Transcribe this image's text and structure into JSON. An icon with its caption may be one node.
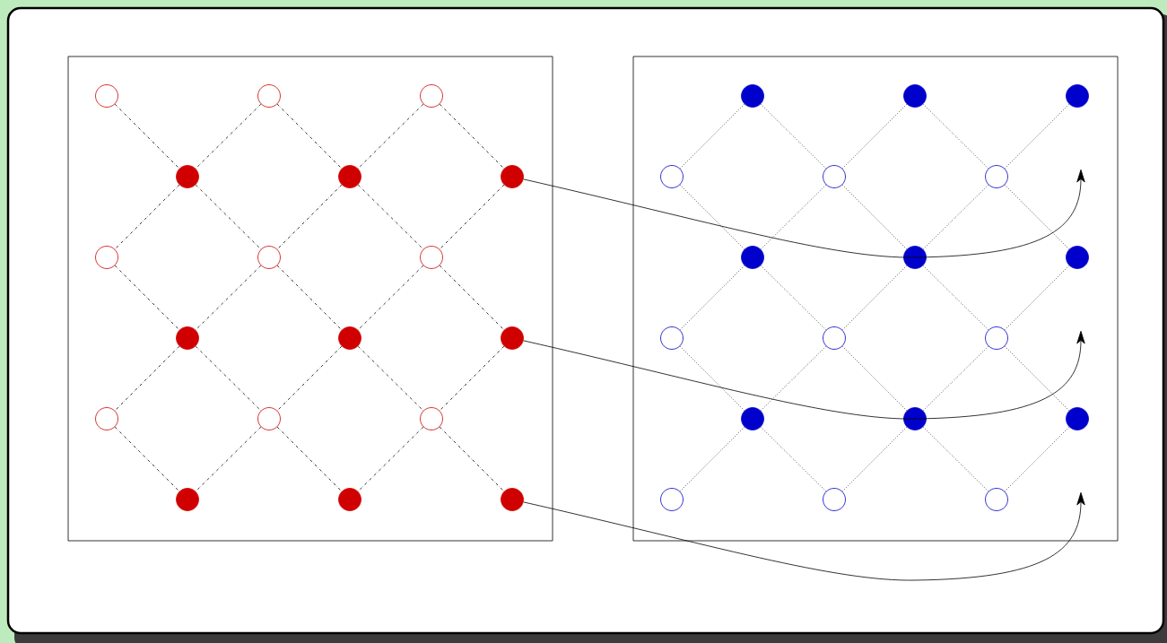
{
  "diagram": {
    "nodes": [
      {
        "text": [],
        "shape": "box"
      },
      {
        "text": [],
        "shape": "circle",
        "in": 0
      },
      {
        "text": [],
        "shape": "circle",
        "in": 0
      },
      {
        "text": [],
        "shape": "circle",
        "in": 0
      },
      {
        "text": [],
        "shape": "dot",
        "in": 0
      },
      {
        "text": [],
        "shape": "dot",
        "in": 0
      },
      {
        "text": [],
        "shape": "dot",
        "in": 0
      },
      {
        "text": [],
        "shape": "circle",
        "in": 0
      },
      {
        "text": [],
        "shape": "circle",
        "in": 0
      },
      {
        "text": [],
        "shape": "circle",
        "in": 0
      },
      {
        "text": [],
        "shape": "dot",
        "in": 0
      },
      {
        "text": [],
        "shape": "dot",
        "in": 0
      },
      {
        "text": [],
        "shape": "dot",
        "in": 0
      },
      {
        "text": [],
        "shape": "circle",
        "in": 0
      },
      {
        "text": [],
        "shape": "circle",
        "in": 0
      },
      {
        "text": [],
        "shape": "circle",
        "in": 0
      },
      {
        "text": [],
        "shape": "dot",
        "in": 0
      },
      {
        "text": [],
        "shape": "dot",
        "in": 0
      },
      {
        "text": [],
        "shape": "dot",
        "in": 0
      },
      {
        "text": [],
        "shape": "box"
      },
      {
        "text": [],
        "shape": "dot",
        "in": 19
      },
      {
        "text": [],
        "shape": "dot",
        "in": 19
      },
      {
        "text": [],
        "shape": "dot",
        "in": 19
      },
      {
        "text": [],
        "shape": "circle",
        "in": 19
      },
      {
        "text": [],
        "shape": "circle",
        "in": 19
      },
      {
        "text": [],
        "shape": "circle",
        "in": 19
      },
      {
        "text": [],
        "shape": "dot",
        "in": 19
      },
      {
        "text": [],
        "shape": "dot",
        "in": 19
      },
      {
        "text": [],
        "shape": "dot",
        "in": 19
      },
      {
        "text": [],
        "shape": "circle",
        "in": 19
      },
      {
        "text": [],
        "shape": "circle",
        "in": 19
      },
      {
        "text": [],
        "shape": "circle",
        "in": 19
      },
      {
        "text": [],
        "shape": "dot",
        "in": 19
      },
      {
        "text": [],
        "shape": "dot",
        "in": 19
      },
      {
        "text": [],
        "shape": "dot",
        "in": 19
      },
      {
        "text": [],
        "shape": "circle",
        "in": 19
      },
      {
        "text": [],
        "shape": "circle",
        "in": 19
      },
      {
        "text": [],
        "shape": "circle",
        "in": 19
      }
    ],
    "edges": [
      {
        "from": 1,
        "to": 4,
        "arrow": "none",
        "style": "dashed"
      },
      {
        "from": 2,
        "to": 4,
        "arrow": "none",
        "style": "dashed"
      },
      {
        "from": 2,
        "to": 5,
        "arrow": "none",
        "style": "dashed"
      },
      {
        "from": 3,
        "to": 5,
        "arrow": "none",
        "style": "dashed"
      },
      {
        "from": 3,
        "to": 6,
        "arrow": "none",
        "style": "dashed"
      },
      {
        "from": 4,
        "to": 7,
        "arrow": "none",
        "style": "dashed"
      },
      {
        "from": 4,
        "to": 8,
        "arrow": "none",
        "style": "dashed"
      },
      {
        "from": 5,
        "to": 8,
        "arrow": "none",
        "style": "dashed"
      },
      {
        "from": 5,
        "to": 9,
        "arrow": "none",
        "style": "dashed"
      },
      {
        "from": 6,
        "to": 9,
        "arrow": "none",
        "style": "dashed"
      },
      {
        "from": 7,
        "to": 10,
        "arrow": "none",
        "style": "dashed"
      },
      {
        "from": 8,
        "to": 10,
        "arrow": "none",
        "style": "dashed"
      },
      {
        "from": 8,
        "to": 11,
        "arrow": "none",
        "style": "dashed"
      },
      {
        "from": 9,
        "to": 11,
        "arrow": "none",
        "style": "dashed"
      },
      {
        "from": 9,
        "to": 12,
        "arrow": "none",
        "style": "dashed"
      },
      {
        "from": 10,
        "to": 13,
        "arrow": "none",
        "style": "dashed"
      },
      {
        "from": 10,
        "to": 14,
        "arrow": "none",
        "style": "dashed"
      },
      {
        "from": 11,
        "to": 14,
        "arrow": "none",
        "style": "dashed"
      },
      {
        "from": 11,
        "to": 15,
        "arrow": "none",
        "style": "dashed"
      },
      {
        "from": 12,
        "to": 15,
        "arrow": "none",
        "style": "dashed"
      },
      {
        "from": 13,
        "to": 16,
        "arrow": "none",
        "style": "dashed"
      },
      {
        "from": 14,
        "to": 16,
        "arrow": "none",
        "style": "dashed"
      },
      {
        "from": 14,
        "to": 17,
        "arrow": "none",
        "style": "dashed"
      },
      {
        "from": 15,
        "to": 17,
        "arrow": "none",
        "style": "dashed"
      },
      {
        "from": 15,
        "to": 18,
        "arrow": "none",
        "style": "dashed"
      },
      {
        "from": 20,
        "to": 23,
        "arrow": "none",
        "style": "dashed"
      },
      {
        "from": 20,
        "to": 24,
        "arrow": "none",
        "style": "dashed"
      },
      {
        "from": 21,
        "to": 24,
        "arrow": "none",
        "style": "dashed"
      },
      {
        "from": 21,
        "to": 25,
        "arrow": "none",
        "style": "dashed"
      },
      {
        "from": 22,
        "to": 25,
        "arrow": "none",
        "style": "dashed"
      },
      {
        "from": 23,
        "to": 26,
        "arrow": "none",
        "style": "dashed"
      },
      {
        "from": 24,
        "to": 26,
        "arrow": "none",
        "style": "dashed"
      },
      {
        "from": 24,
        "to": 27,
        "arrow": "none",
        "style": "dashed"
      },
      {
        "from": 25,
        "to": 27,
        "arrow": "none",
        "style": "dashed"
      },
      {
        "from": 25,
        "to": 28,
        "arrow": "none",
        "style": "dashed"
      },
      {
        "from": 26,
        "to": 29,
        "arrow": "none",
        "style": "dashed"
      },
      {
        "from": 26,
        "to": 30,
        "arrow": "none",
        "style": "dashed"
      },
      {
        "from": 27,
        "to": 30,
        "arrow": "none",
        "style": "dashed"
      },
      {
        "from": 27,
        "to": 31,
        "arrow": "none",
        "style": "dashed"
      },
      {
        "from": 28,
        "to": 31,
        "arrow": "none",
        "style": "dashed"
      },
      {
        "from": 29,
        "to": 32,
        "arrow": "none",
        "style": "dashed"
      },
      {
        "from": 30,
        "to": 32,
        "arrow": "none",
        "style": "dashed"
      },
      {
        "from": 30,
        "to": 33,
        "arrow": "none",
        "style": "dashed"
      },
      {
        "from": 31,
        "to": 33,
        "arrow": "none",
        "style": "dashed"
      },
      {
        "from": 31,
        "to": 34,
        "arrow": "none",
        "style": "dashed"
      },
      {
        "from": 32,
        "to": 35,
        "arrow": "none",
        "style": "dashed"
      },
      {
        "from": 32,
        "to": 36,
        "arrow": "none",
        "style": "dashed"
      },
      {
        "from": 33,
        "to": 36,
        "arrow": "none",
        "style": "dashed"
      },
      {
        "from": 33,
        "to": 37,
        "arrow": "none",
        "style": "dashed"
      },
      {
        "from": 34,
        "to": 37,
        "arrow": "none",
        "style": "dashed"
      },
      {
        "from": 6,
        "to": null,
        "arrow": "to"
      },
      {
        "from": 12,
        "to": null,
        "arrow": "to"
      },
      {
        "from": 18,
        "to": null,
        "arrow": "to"
      }
    ]
  }
}
